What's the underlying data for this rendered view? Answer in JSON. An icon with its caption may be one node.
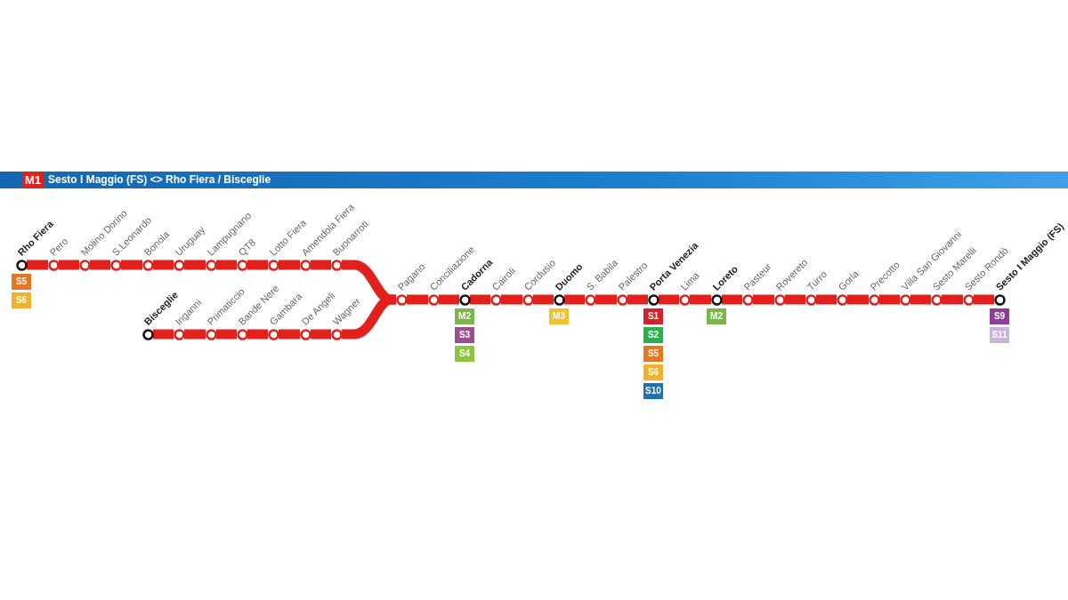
{
  "diagram": {
    "title": "Sesto I Maggio (FS) <> Rho Fiera / Bisceglie",
    "labels": [
      "M1"
    ],
    "nodes": [
      {
        "text": [
          "Rho Fiera"
        ]
      },
      {
        "text": [
          "Pero"
        ]
      },
      {
        "text": [
          "Molino Dorino"
        ]
      },
      {
        "text": [
          "S.Leonardo"
        ]
      },
      {
        "text": [
          "Bonola"
        ]
      },
      {
        "text": [
          "Uruguay"
        ]
      },
      {
        "text": [
          "Lampugnano"
        ]
      },
      {
        "text": [
          "QT8"
        ]
      },
      {
        "text": [
          "Lotto Fiera"
        ]
      },
      {
        "text": [
          "Amendola Fiera"
        ]
      },
      {
        "text": [
          "Buonarroti"
        ]
      },
      {
        "text": [
          "Bisceglie"
        ]
      },
      {
        "text": [
          "Inganni"
        ]
      },
      {
        "text": [
          "Primaticcio"
        ]
      },
      {
        "text": [
          "Bande Nere"
        ]
      },
      {
        "text": [
          "Gambara"
        ]
      },
      {
        "text": [
          "De Angeli"
        ]
      },
      {
        "text": [
          "Wagner"
        ]
      },
      {
        "text": [
          "Pagano"
        ]
      },
      {
        "text": [
          "Conciliazione"
        ]
      },
      {
        "text": [
          "Cadorna"
        ]
      },
      {
        "text": [
          "Cairoli"
        ]
      },
      {
        "text": [
          "Cordusio"
        ]
      },
      {
        "text": [
          "Duomo"
        ]
      },
      {
        "text": [
          "S. Babila"
        ]
      },
      {
        "text": [
          "Palestro"
        ]
      },
      {
        "text": [
          "Porta Venezia"
        ]
      },
      {
        "text": [
          "Lima"
        ]
      },
      {
        "text": [
          "Loreto"
        ]
      },
      {
        "text": [
          "Pasteur"
        ]
      },
      {
        "text": [
          "Rovereto"
        ]
      },
      {
        "text": [
          "Turro"
        ]
      },
      {
        "text": [
          "Gorla"
        ]
      },
      {
        "text": [
          "Precotto"
        ]
      },
      {
        "text": [
          "Villa San Giovanni"
        ]
      },
      {
        "text": [
          "Sesto Marelli"
        ]
      },
      {
        "text": [
          "Sesto Rondò"
        ]
      },
      {
        "text": [
          "Sesto I Maggio (FS)"
        ]
      },
      {
        "text": [
          "S5"
        ]
      },
      {
        "text": [
          "S6"
        ]
      },
      {
        "text": [
          "M2"
        ]
      },
      {
        "text": [
          "S3"
        ]
      },
      {
        "text": [
          "S4"
        ]
      },
      {
        "text": [
          "M3"
        ]
      },
      {
        "text": [
          "S1"
        ]
      },
      {
        "text": [
          "S2"
        ]
      },
      {
        "text": [
          "S5"
        ]
      },
      {
        "text": [
          "S6"
        ]
      },
      {
        "text": [
          "S10"
        ]
      },
      {
        "text": [
          "M2"
        ]
      },
      {
        "text": [
          "S9"
        ]
      },
      {
        "text": [
          "S11"
        ]
      }
    ],
    "edges": [
      {
        "from": 0,
        "to": 1,
        "arrow": "none"
      },
      {
        "from": 1,
        "to": 2,
        "arrow": "none"
      },
      {
        "from": 2,
        "to": 3,
        "arrow": "none"
      },
      {
        "from": 3,
        "to": 4,
        "arrow": "none"
      },
      {
        "from": 4,
        "to": 5,
        "arrow": "none"
      },
      {
        "from": 5,
        "to": 6,
        "arrow": "none"
      },
      {
        "from": 6,
        "to": 7,
        "arrow": "none"
      },
      {
        "from": 7,
        "to": 8,
        "arrow": "none"
      },
      {
        "from": 8,
        "to": 9,
        "arrow": "none"
      },
      {
        "from": 9,
        "to": 10,
        "arrow": "none"
      },
      {
        "from": 10,
        "to": 18,
        "arrow": "none"
      },
      {
        "from": 11,
        "to": 12,
        "arrow": "none"
      },
      {
        "from": 12,
        "to": 13,
        "arrow": "none"
      },
      {
        "from": 13,
        "to": 14,
        "arrow": "none"
      },
      {
        "from": 14,
        "to": 15,
        "arrow": "none"
      },
      {
        "from": 15,
        "to": 16,
        "arrow": "none"
      },
      {
        "from": 16,
        "to": 17,
        "arrow": "none"
      },
      {
        "from": 17,
        "to": 18,
        "arrow": "none"
      },
      {
        "from": 18,
        "to": 19,
        "arrow": "none"
      },
      {
        "from": 19,
        "to": 20,
        "arrow": "none"
      },
      {
        "from": 20,
        "to": 21,
        "arrow": "none"
      },
      {
        "from": 21,
        "to": 22,
        "arrow": "none"
      },
      {
        "from": 22,
        "to": 23,
        "arrow": "none"
      },
      {
        "from": 23,
        "to": 24,
        "arrow": "none"
      },
      {
        "from": 24,
        "to": 25,
        "arrow": "none"
      },
      {
        "from": 25,
        "to": 26,
        "arrow": "none"
      },
      {
        "from": 26,
        "to": 27,
        "arrow": "none"
      },
      {
        "from": 27,
        "to": 28,
        "arrow": "none"
      },
      {
        "from": 28,
        "to": 29,
        "arrow": "none"
      },
      {
        "from": 29,
        "to": 30,
        "arrow": "none"
      },
      {
        "from": 30,
        "to": 31,
        "arrow": "none"
      },
      {
        "from": 31,
        "to": 32,
        "arrow": "none"
      },
      {
        "from": 32,
        "to": 33,
        "arrow": "none"
      },
      {
        "from": 33,
        "to": 34,
        "arrow": "none"
      },
      {
        "from": 34,
        "to": 35,
        "arrow": "none"
      },
      {
        "from": 35,
        "to": 36,
        "arrow": "none"
      },
      {
        "from": 36,
        "to": 37,
        "arrow": "none"
      }
    ]
  }
}
